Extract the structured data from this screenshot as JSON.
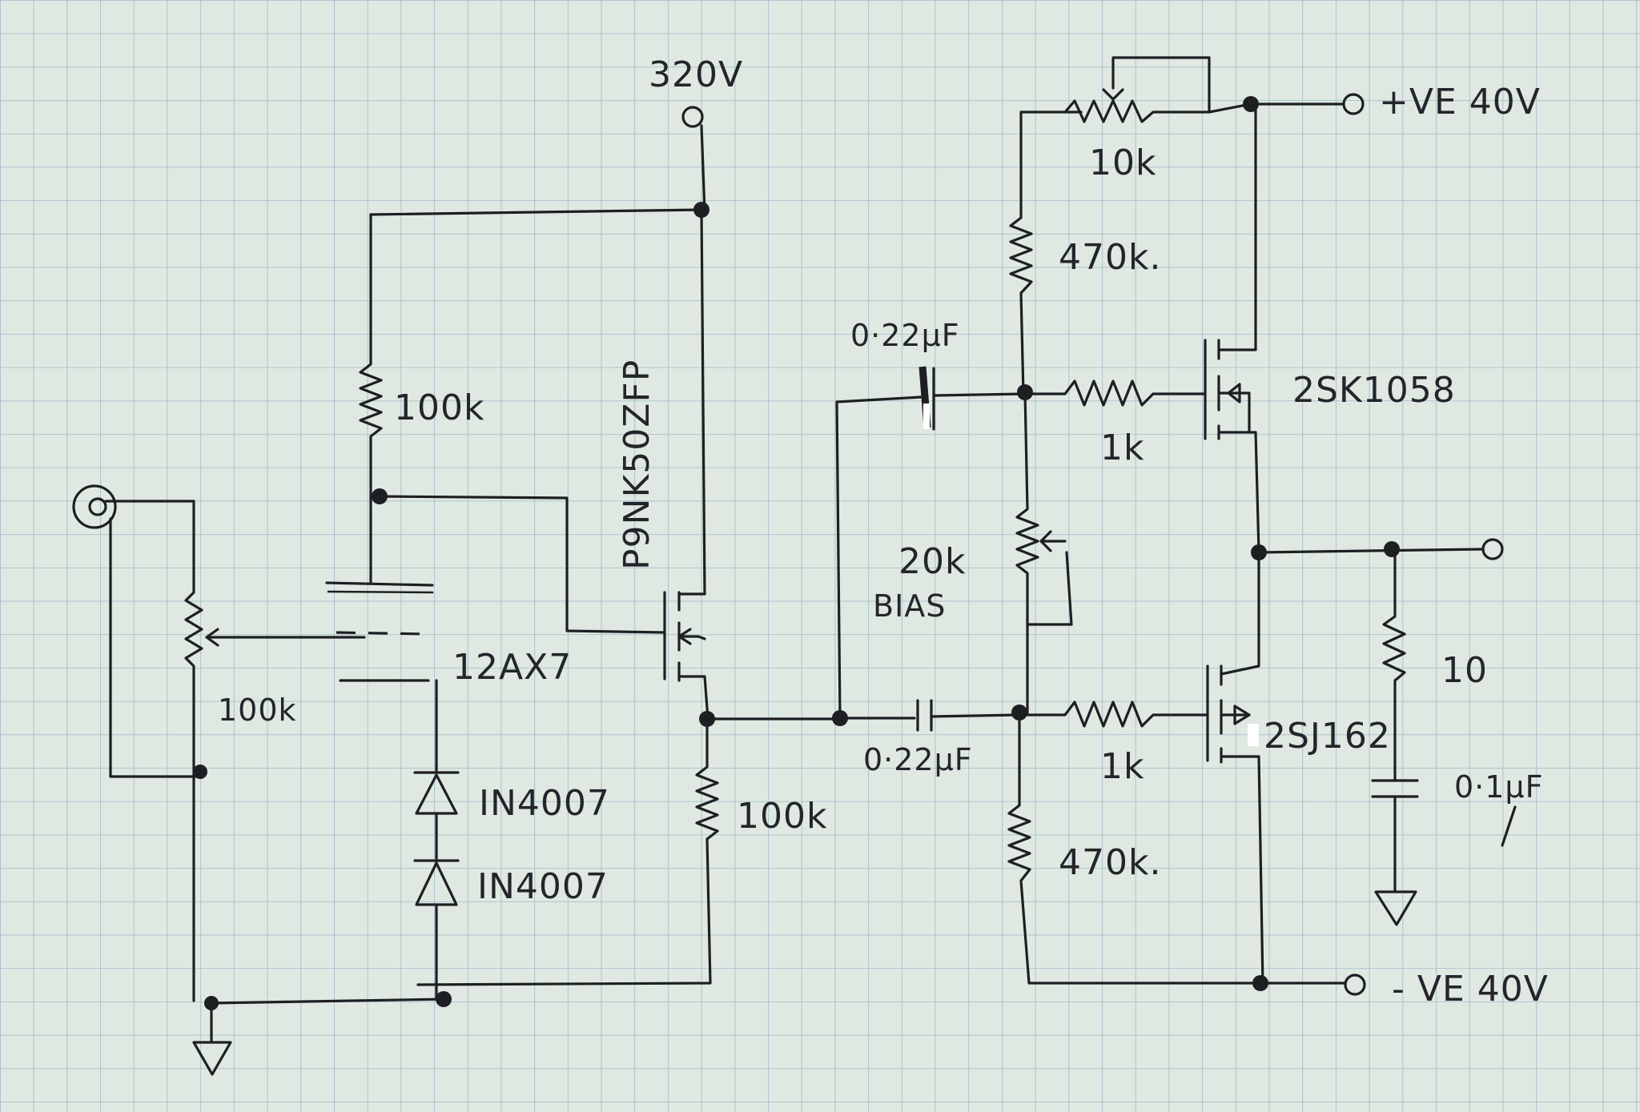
{
  "labels": {
    "supply_320": "320V",
    "pve": "+VE 40V",
    "nve": "- VE 40V",
    "mosfet_hv": "P9NK50ZFP",
    "tube": "12AX7",
    "r_anode": "100k",
    "r_volume": "100k",
    "r_source": "100k",
    "r_trim": "10k",
    "r_470_top": "470k.",
    "r_470_bot": "470k.",
    "cap_top": "0·22μF",
    "cap_bot": "0·22μF",
    "r_gate_top": "1k",
    "r_gate_bot": "1k",
    "bias_value": "20k",
    "bias_word": "BIAS",
    "n_mosfet": "2SK1058",
    "p_mosfet": "2SJ162",
    "diode1": "IN4007",
    "diode2": "IN4007",
    "zobel_r": "10",
    "zobel_c": "0·1μF"
  }
}
